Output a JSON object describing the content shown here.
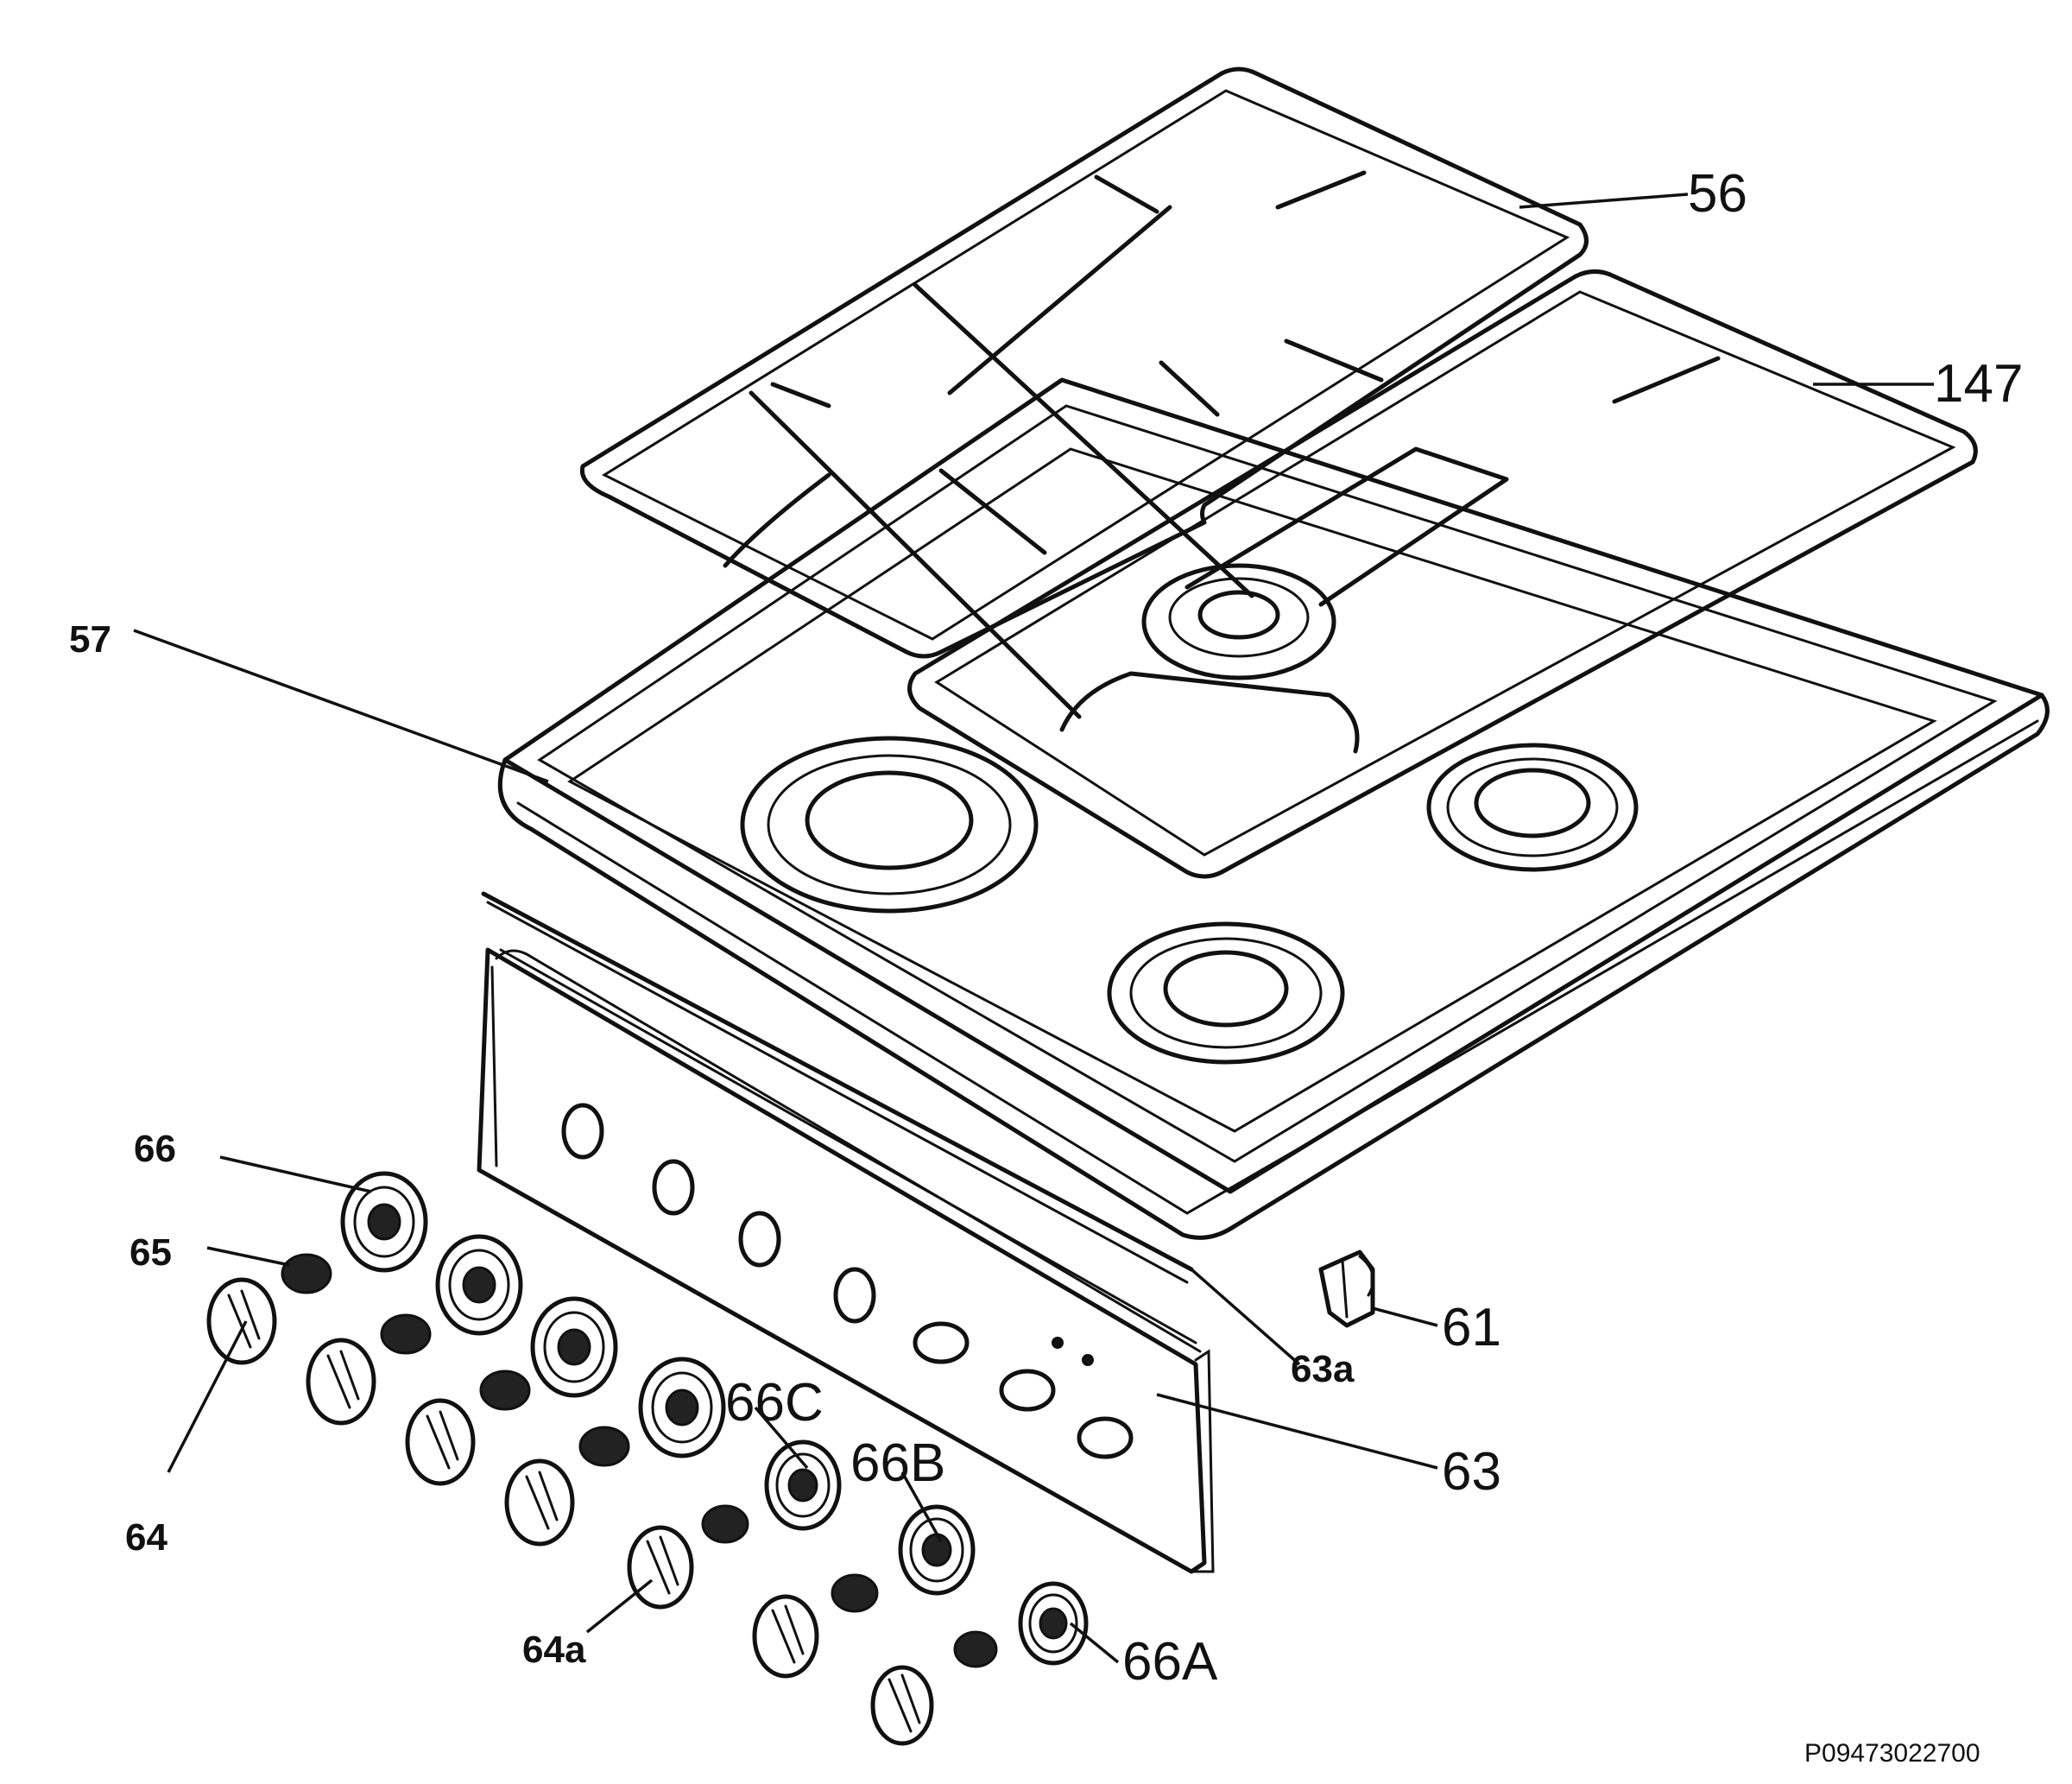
{
  "diagram": {
    "part_labels": {
      "p56": "56",
      "p147": "147",
      "p57": "57",
      "p66": "66",
      "p65": "65",
      "p64": "64",
      "p64a": "64a",
      "p66c": "66C",
      "p66b": "66B",
      "p66a": "66A",
      "p63": "63",
      "p63a": "63a",
      "p61": "61"
    },
    "drawing_id": "P09473022700"
  }
}
